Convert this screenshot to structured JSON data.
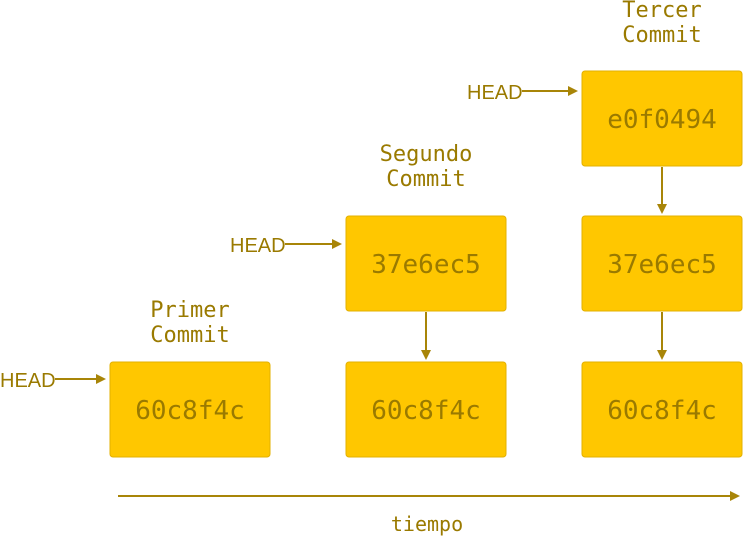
{
  "colors": {
    "box_fill": "#ffc700",
    "box_text": "#9a7a00",
    "arrow": "#a88508"
  },
  "stages": [
    {
      "caption_line1": "Primer",
      "caption_line2": "Commit",
      "head_label": "HEAD",
      "commits": [
        "60c8f4c"
      ]
    },
    {
      "caption_line1": "Segundo",
      "caption_line2": "Commit",
      "head_label": "HEAD",
      "commits": [
        "37e6ec5",
        "60c8f4c"
      ]
    },
    {
      "caption_line1": "Tercer",
      "caption_line2": "Commit",
      "head_label": "HEAD",
      "commits": [
        "e0f0494",
        "37e6ec5",
        "60c8f4c"
      ]
    }
  ],
  "timeline": {
    "label": "tiempo"
  }
}
